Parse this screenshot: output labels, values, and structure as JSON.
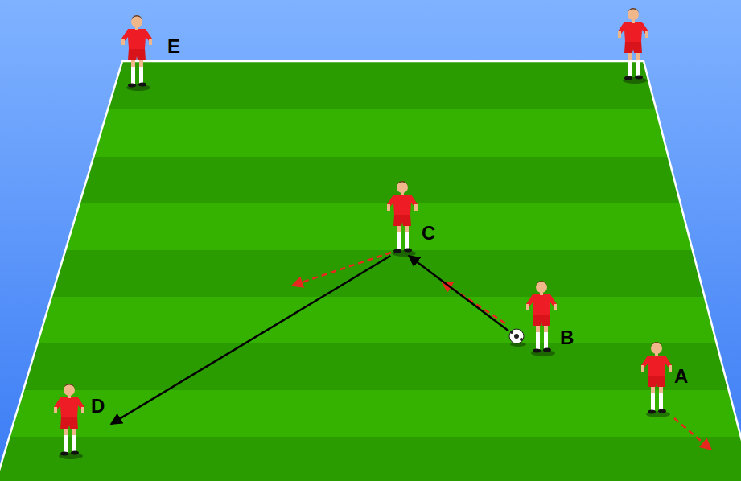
{
  "diagram": {
    "nodes": [
      {
        "text": [
          "E"
        ]
      },
      {
        "text": [
          "C"
        ]
      },
      {
        "text": [
          "B"
        ]
      },
      {
        "text": [
          "A"
        ]
      },
      {
        "text": [
          "D"
        ]
      }
    ],
    "edges": [
      {
        "from": 2,
        "to": 1,
        "arrow": "to"
      },
      {
        "from": 1,
        "to": 4,
        "arrow": "to"
      }
    ]
  }
}
